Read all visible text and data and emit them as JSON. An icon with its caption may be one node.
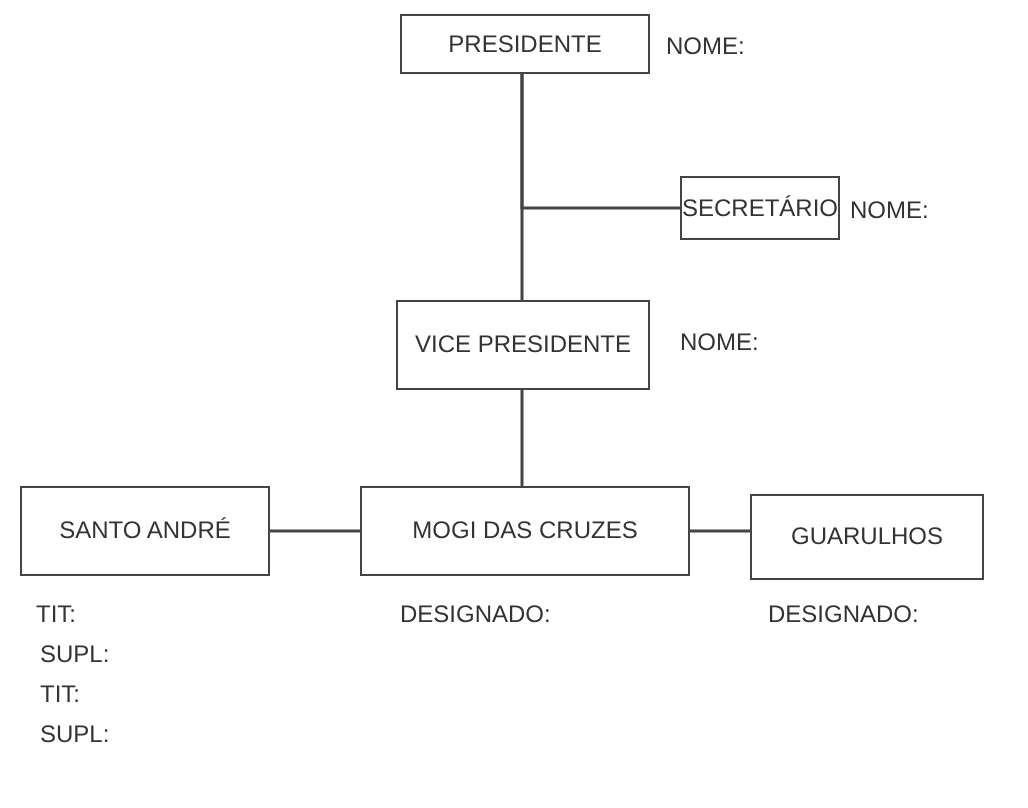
{
  "diagram": {
    "nodes": [
      {
        "text": [
          "PRESIDENTE"
        ],
        "beside": [
          "NOME:"
        ]
      },
      {
        "text": [
          "SECRETÁRIO"
        ],
        "beside": [
          "NOME:"
        ]
      },
      {
        "text": [
          "VICE PRESIDENTE"
        ],
        "beside": [
          "NOME:"
        ]
      },
      {
        "text": [
          "SANTO ANDRÉ"
        ],
        "beside": [
          "TIT:",
          "SUPL:",
          "TIT:",
          "SUPL:"
        ]
      },
      {
        "text": [
          "MOGI DAS CRUZES"
        ],
        "beside": [
          "DESIGNADO:"
        ]
      },
      {
        "text": [
          "GUARULHOS"
        ],
        "beside": [
          "DESIGNADO:"
        ]
      }
    ],
    "edges": [
      {
        "from": 0,
        "to": 2,
        "arrow": "none"
      },
      {
        "from": 0,
        "to": 1,
        "arrow": "none"
      },
      {
        "from": 2,
        "to": 4,
        "arrow": "none"
      },
      {
        "from": 3,
        "to": 4,
        "arrow": "none"
      },
      {
        "from": 4,
        "to": 5,
        "arrow": "none"
      }
    ]
  }
}
